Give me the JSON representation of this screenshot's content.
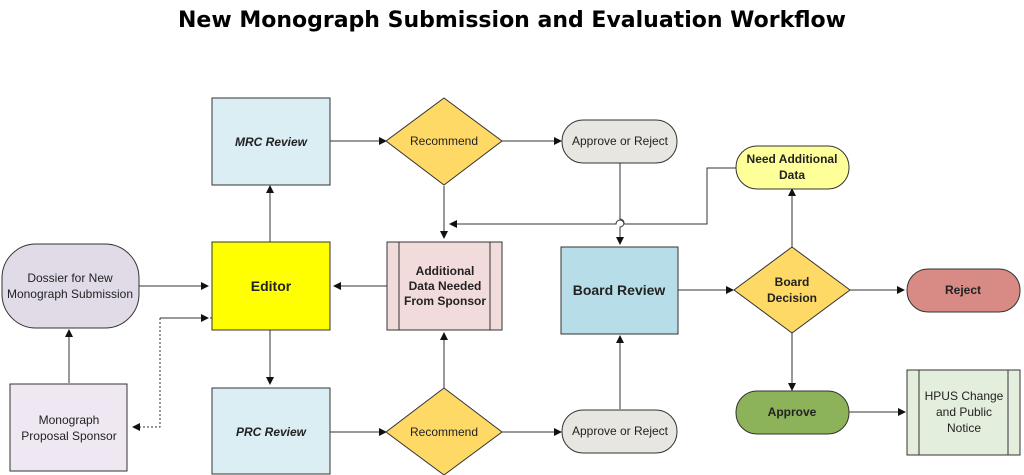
{
  "title": "New Monograph Submission and Evaluation Workflow",
  "colors": {
    "review_box": "#dbeef4",
    "editor": "#ffff00",
    "diamond": "#ffd966",
    "pill_gray": "#e7e6e1",
    "dossier": "#e0dbe6",
    "sponsor": "#efe7f1",
    "additional": "#f2dcdb",
    "board": "#b7dee8",
    "need_data": "#ffff99",
    "reject": "#d88a84",
    "approve": "#8db35a",
    "hpus": "#e4eedc",
    "stroke": "#333333"
  },
  "nodes": {
    "mrc_review": "MRC Review",
    "prc_review": "PRC Review",
    "editor": "Editor",
    "recommend_top": "Recommend",
    "recommend_bottom": "Recommend",
    "approve_reject_top": "Approve or Reject",
    "approve_reject_bottom": "Approve or Reject",
    "additional_data": [
      "Additional",
      "Data Needed",
      "From Sponsor"
    ],
    "dossier": [
      "Dossier for New",
      "Monograph Submission"
    ],
    "sponsor": [
      "Monograph",
      "Proposal Sponsor"
    ],
    "board_review": "Board Review",
    "need_additional": [
      "Need Additional",
      "Data"
    ],
    "board_decision": [
      "Board",
      "Decision"
    ],
    "reject": "Reject",
    "approve": "Approve",
    "hpus": [
      "HPUS Change",
      "and Public",
      "Notice"
    ]
  }
}
